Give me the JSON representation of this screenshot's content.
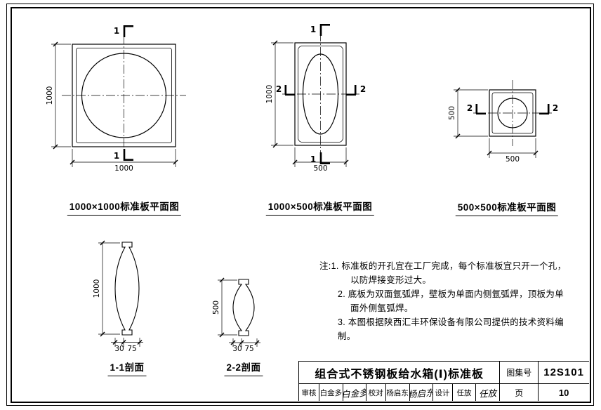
{
  "figures": {
    "plan_1000x1000": {
      "title": "1000×1000标准板平面图",
      "dim_left": "1000",
      "dim_bottom": "1000",
      "section_mark": "1"
    },
    "plan_1000x500": {
      "title": "1000×500标准板平面图",
      "dim_left": "1000",
      "dim_bottom": "500",
      "section_mark_v": "1",
      "section_mark_h": "2"
    },
    "plan_500x500": {
      "title": "500×500标准板平面图",
      "dim_left": "500",
      "dim_bottom": "500",
      "section_mark_h": "2"
    },
    "section_1_1": {
      "title": "1-1剖面",
      "dim_left": "1000",
      "dim_flange": "30",
      "dim_bulge": "75"
    },
    "section_2_2": {
      "title": "2-2剖面",
      "dim_left": "500",
      "dim_flange": "30",
      "dim_bulge": "75"
    }
  },
  "notes": {
    "label": "注:",
    "lines": [
      "1. 标准板的开孔宜在工厂完成，每个标准板宜只开一个孔，",
      "以防焊接变形过大。",
      "2. 底板为双面氩弧焊，壁板为单面内侧氩弧焊，顶板为单",
      "面外侧氩弧焊。",
      "3. 本图根据陕西汇丰环保设备有限公司提供的技术资料编制。"
    ]
  },
  "title_block": {
    "drawing_title": "组合式不锈钢板给水箱(Ⅰ)标准板",
    "atlas_label": "图集号",
    "atlas_number": "12S101",
    "page_label": "页",
    "page_number": "10",
    "review_label": "审核",
    "review_name": "白金多",
    "review_signature": "白金多",
    "check_label": "校对",
    "check_name": "杨启东",
    "check_signature": "杨启东",
    "design_label": "设计",
    "design_name": "任放",
    "design_signature": "任放"
  }
}
